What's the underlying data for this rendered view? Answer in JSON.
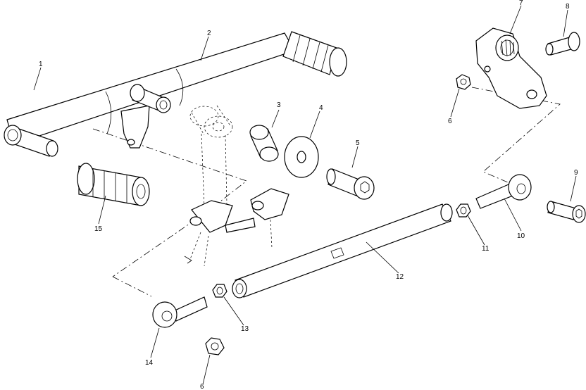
{
  "diagram": {
    "background": "#ffffff",
    "line_color": "#000000",
    "callouts": [
      {
        "id": "c1",
        "text": "1",
        "part": "pin"
      },
      {
        "id": "c2",
        "text": "2",
        "part": "footpeg-lever-arm"
      },
      {
        "id": "c3",
        "text": "3",
        "part": "bushing"
      },
      {
        "id": "c4",
        "text": "4",
        "part": "washer"
      },
      {
        "id": "c5",
        "text": "5",
        "part": "button-head-bolt"
      },
      {
        "id": "c6a",
        "text": "6",
        "part": "nut-upper"
      },
      {
        "id": "c6b",
        "text": "6",
        "part": "nut-lower"
      },
      {
        "id": "c7",
        "text": "7",
        "part": "shift-arm-clamp"
      },
      {
        "id": "c8",
        "text": "8",
        "part": "clamp-bolt"
      },
      {
        "id": "c9",
        "text": "9",
        "part": "rod-end-bolt"
      },
      {
        "id": "c10",
        "text": "10",
        "part": "rod-end-upper"
      },
      {
        "id": "c11",
        "text": "11",
        "part": "jam-nut-upper"
      },
      {
        "id": "c12",
        "text": "12",
        "part": "shift-rod"
      },
      {
        "id": "c13",
        "text": "13",
        "part": "jam-nut-lower"
      },
      {
        "id": "c14",
        "text": "14",
        "part": "rod-end-lower"
      },
      {
        "id": "c15",
        "text": "15",
        "part": "footpeg-rubber"
      }
    ]
  }
}
